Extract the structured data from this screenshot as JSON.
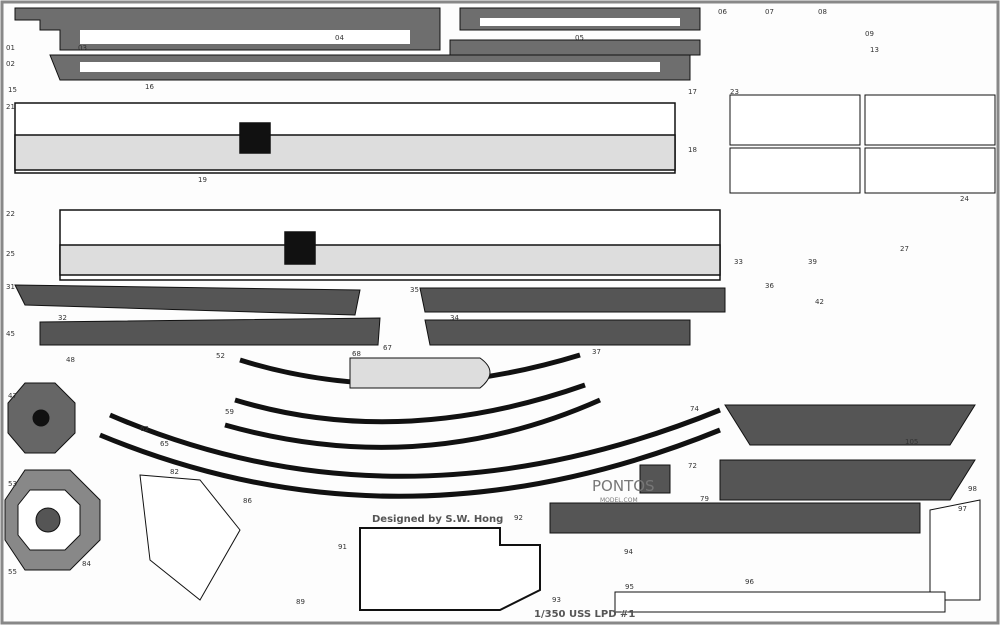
{
  "fret": {
    "designer": "Designed by S.W. Hong",
    "brand": "PONTOS",
    "website": "MODEL.COM",
    "title": "1/350 USS LPD #1"
  },
  "part_numbers": [
    "01",
    "02",
    "03",
    "04",
    "05",
    "06",
    "07",
    "08",
    "09",
    "13",
    "15",
    "16",
    "17",
    "18",
    "19",
    "21",
    "22",
    "23",
    "24",
    "25",
    "27",
    "31",
    "32",
    "33",
    "34",
    "35",
    "36",
    "37",
    "39",
    "42",
    "45",
    "47",
    "48",
    "52",
    "53",
    "55",
    "59",
    "62",
    "65",
    "67",
    "68",
    "72",
    "74",
    "79",
    "82",
    "84",
    "86",
    "89",
    "91",
    "92",
    "93",
    "94",
    "95",
    "96",
    "97",
    "98",
    "105"
  ],
  "colors": {
    "metal": "#6e6e6e",
    "dark": "#222222",
    "light": "#fdfdfd"
  }
}
